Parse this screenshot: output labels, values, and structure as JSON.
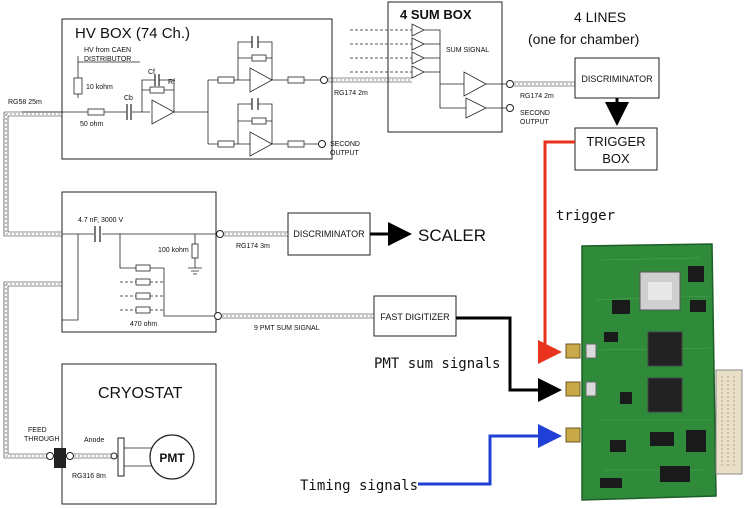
{
  "hv_box": {
    "title": "HV BOX (74 Ch.)",
    "hv_label_1": "HV from CAEN",
    "hv_label_2": "DISTRIBUTOR",
    "r_10k": "10 kohm",
    "r_50": "50 ohm",
    "cf": "Cf",
    "rf": "Rf",
    "cb": "Cb",
    "second_output_1": "SECOND",
    "second_output_2": "OUTPUT"
  },
  "sum_box": {
    "title": "4 SUM BOX",
    "sum_signal": "SUM SIGNAL",
    "second_output_1": "SECOND",
    "second_output_2": "OUTPUT"
  },
  "lines": {
    "title_1": "4 LINES",
    "title_2": "(one for chamber)"
  },
  "cables": {
    "rg58": "RG58 25m",
    "rg174_2m_a": "RG174 2m",
    "rg174_2m_b": "RG174 2m",
    "rg174_3m": "RG174 3m",
    "rg316": "RG316 8m",
    "pmt_sum_signal": "9 PMT SUM SIGNAL"
  },
  "discriminator_top": "DISCRIMINATOR",
  "trigger_box_1": "TRIGGER",
  "trigger_box_2": "BOX",
  "trigger_label": "trigger",
  "splitter": {
    "cap": "4.7 nF, 3000 V",
    "r_100k": "100 kohm",
    "r_470": "470 ohm"
  },
  "discriminator_mid": "DISCRIMINATOR",
  "scaler": "SCALER",
  "fast_digitizer": "FAST DIGITIZER",
  "pmt_sum_label": "PMT sum signals",
  "timing_label": "Timing signals",
  "cryostat": {
    "title": "CRYOSTAT",
    "feed_1": "FEED",
    "feed_2": "THROUGH",
    "anode": "Anode",
    "pmt": "PMT"
  },
  "colors": {
    "trigger_line": "#e8321c",
    "pmt_line": "#000000",
    "timing_line": "#1f3fd6",
    "board": "#2f8a3a",
    "board_dark": "#1f5e28"
  }
}
